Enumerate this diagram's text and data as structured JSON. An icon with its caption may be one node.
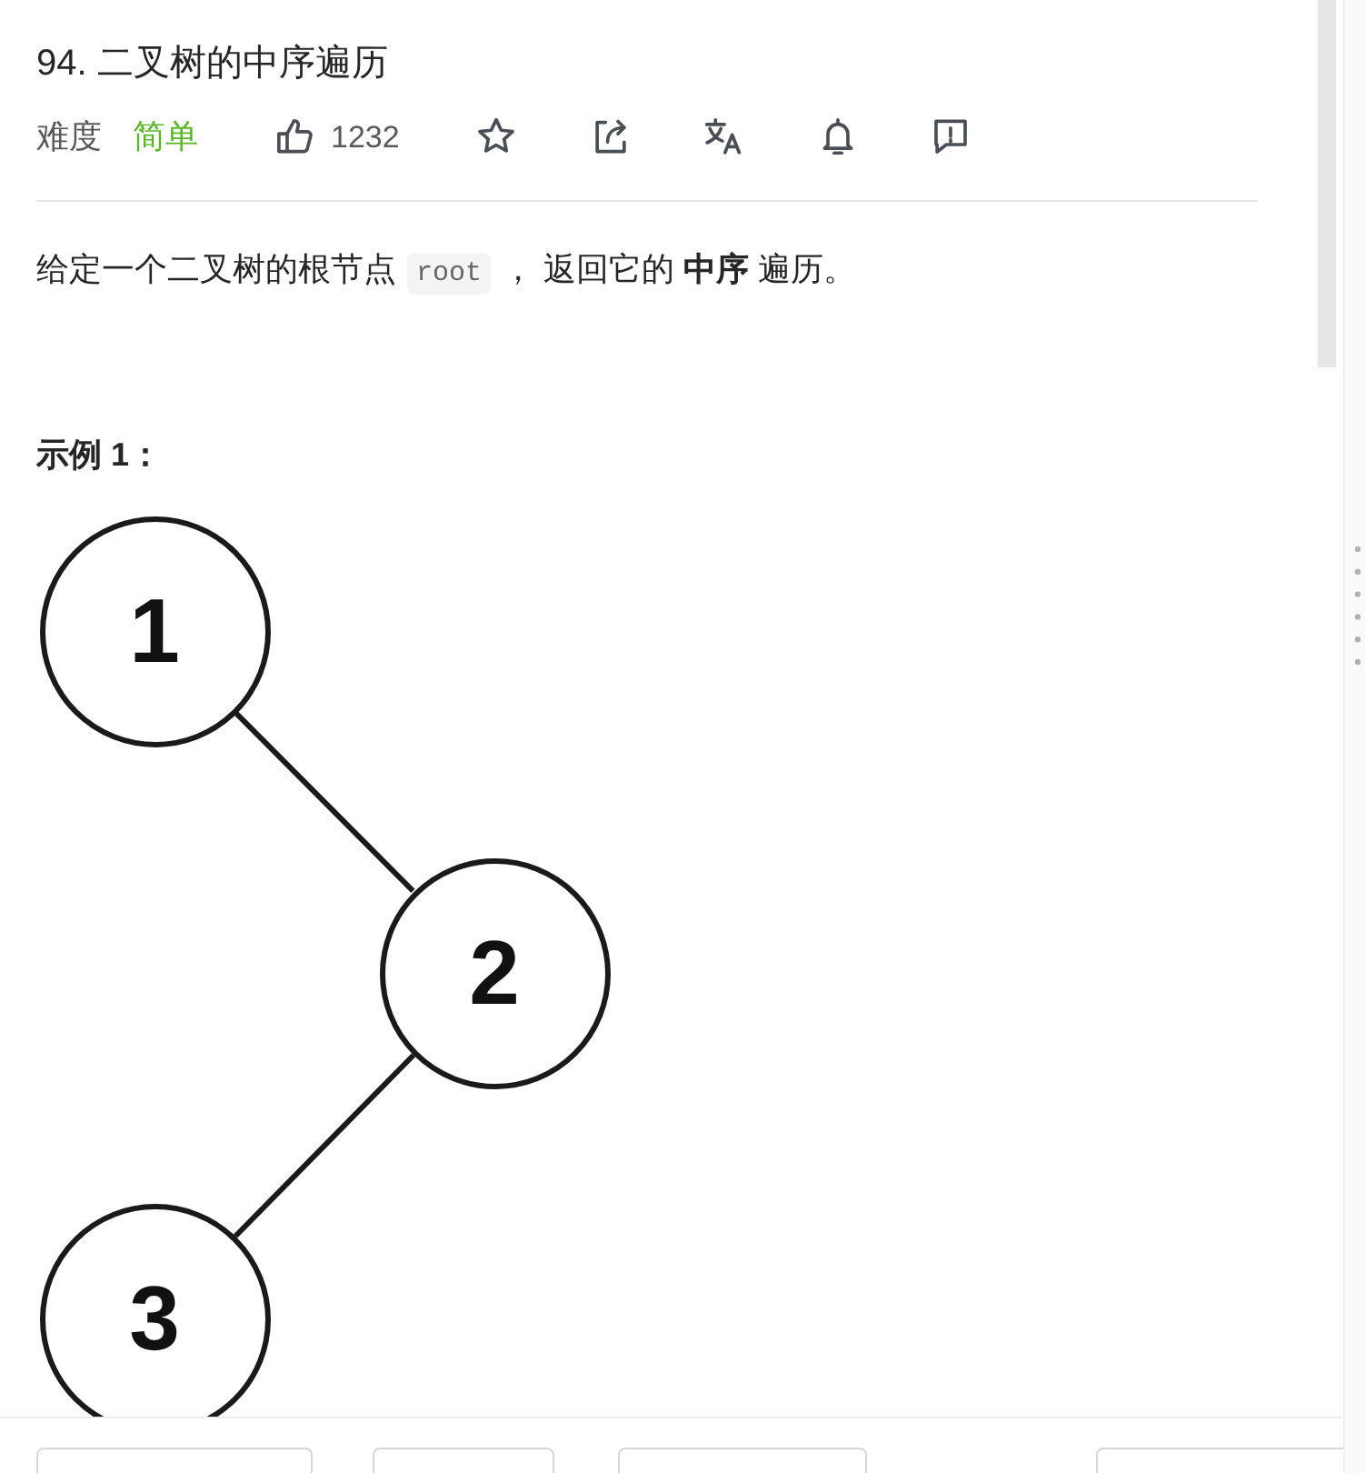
{
  "diagram": {
    "title": "94. 二叉树的中序遍历",
    "nodes": [
      {
        "text": [
          "1"
        ]
      },
      {
        "text": [
          "2"
        ]
      },
      {
        "text": [
          "3"
        ]
      }
    ],
    "edges": [
      {
        "from": 0,
        "to": 1,
        "arrow": "none"
      },
      {
        "from": 1,
        "to": 2,
        "arrow": "none"
      }
    ],
    "labels": [
      "难度",
      "简单",
      "1232",
      "给定一个二叉树的根节点",
      "root",
      "， 返回它的 **中序** 遍历。",
      "示例 1："
    ]
  }
}
